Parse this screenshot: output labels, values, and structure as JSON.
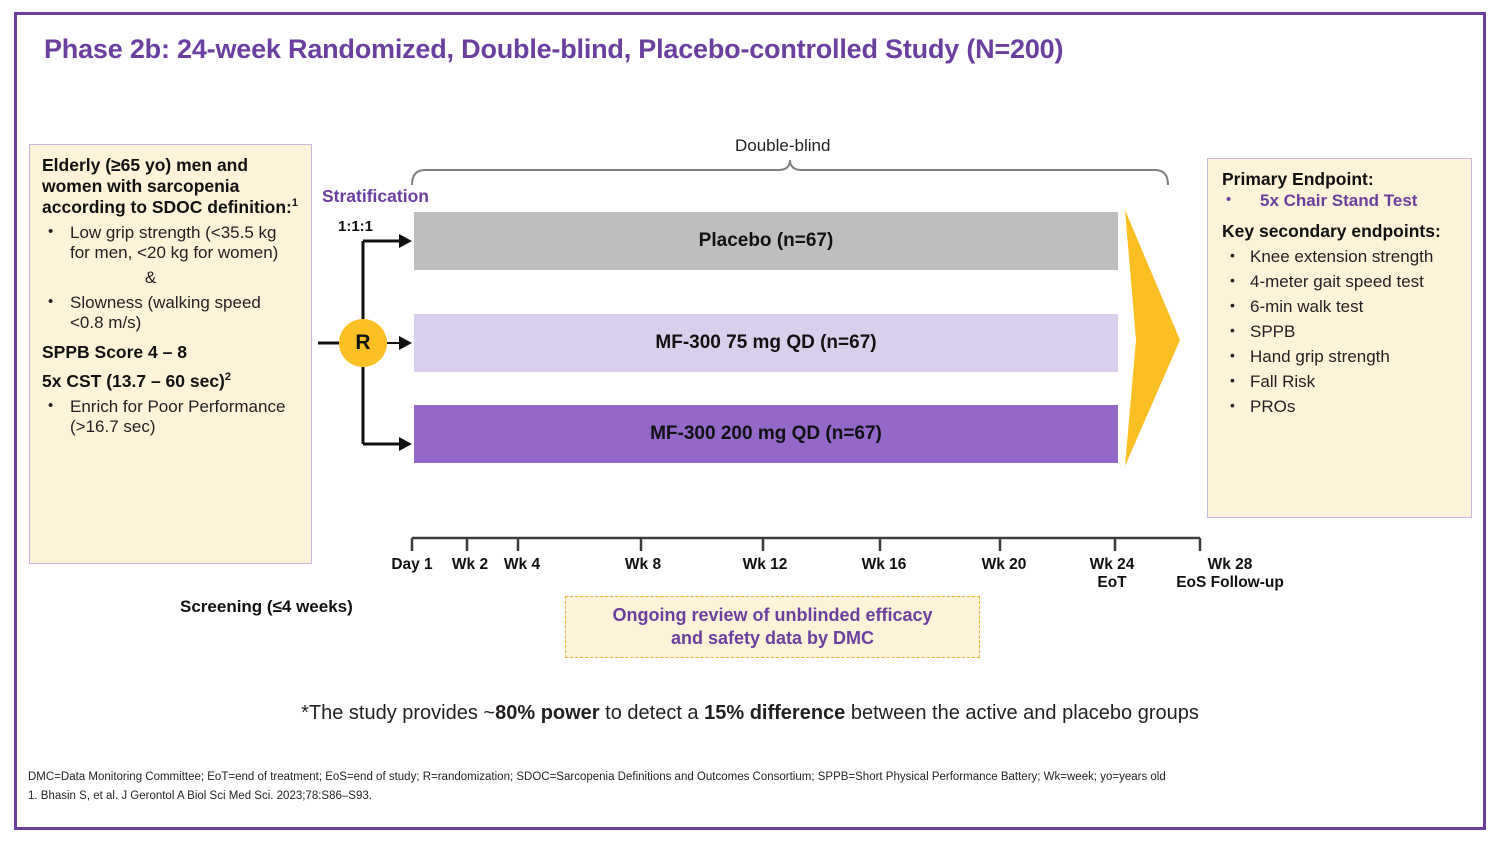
{
  "title": "Phase 2b: 24-week Randomized, Double-blind, Placebo-controlled Study (N=200)",
  "colors": {
    "brand_purple": "#6B3FA0",
    "arm_placebo": "#BEBEBE",
    "arm_low_dose": "#D9CFEC",
    "arm_high_dose": "#9368C8",
    "randomization_node": "#FBC024",
    "card_background": "#FDF3D8",
    "arrow_yellow": "#FBBF24"
  },
  "population_card": {
    "heading": "Elderly (≥65 yo) men and women with sarcopenia according to SDOC definition:",
    "heading_superscript": "1",
    "criteria": [
      "Low grip strength (<35.5 kg for men, <20 kg for women)",
      "Slowness (walking speed <0.8 m/s)"
    ],
    "conjunction": "&",
    "sppb_line": "SPPB Score  4 – 8",
    "cst_line": "5x CST (13.7  – 60 sec)",
    "cst_superscript": "2",
    "enrich": "Enrich for Poor Performance (>16.7 sec)"
  },
  "endpoints_card": {
    "primary_heading": "Primary Endpoint:",
    "primary_endpoint": "5x Chair Stand Test",
    "secondary_heading": "Key secondary endpoints:",
    "secondary_endpoints": [
      "Knee extension strength",
      "4-meter gait speed test",
      "6-min walk test",
      "SPPB",
      "Hand grip strength",
      "Fall Risk",
      "PROs"
    ]
  },
  "diagram": {
    "double_blind_label": "Double-blind",
    "stratification_label": "Stratification",
    "allocation_ratio": "1:1:1",
    "randomization_node": "R",
    "arms": [
      {
        "label": "Placebo (n=67)",
        "n": 67,
        "color": "#BEBEBE"
      },
      {
        "label": "MF-300 75 mg QD (n=67)",
        "n": 67,
        "color": "#D9CFEC"
      },
      {
        "label": "MF-300 200 mg QD (n=67)",
        "n": 67,
        "color": "#9368C8"
      }
    ]
  },
  "timeline": {
    "ticks": [
      {
        "label": "Day 1",
        "sub": ""
      },
      {
        "label": "Wk 2",
        "sub": ""
      },
      {
        "label": "Wk 4",
        "sub": ""
      },
      {
        "label": "Wk 8",
        "sub": ""
      },
      {
        "label": "Wk 12",
        "sub": ""
      },
      {
        "label": "Wk 16",
        "sub": ""
      },
      {
        "label": "Wk 20",
        "sub": ""
      },
      {
        "label": "Wk 24",
        "sub": "EoT"
      },
      {
        "label": "Wk 28",
        "sub": "EoS Follow-up"
      }
    ]
  },
  "screening_label": "Screening (≤4 weeks)",
  "dmc_box": {
    "line1": "Ongoing review of unblinded efficacy",
    "line2": "and safety data by DMC"
  },
  "power_statement": {
    "part1": "*The study provides ~",
    "bold1": "80% power",
    "part2": " to detect a ",
    "bold2": "15% difference",
    "part3": " between the active and placebo groups"
  },
  "footnotes": {
    "abbreviations": "DMC=Data Monitoring Committee; EoT=end of treatment; EoS=end of study; R=randomization; SDOC=Sarcopenia Definitions and Outcomes Consortium; SPPB=Short Physical Performance Battery; Wk=week; yo=years old",
    "reference": "1. Bhasin S, et al. J Gerontol A Biol Sci Med Sci. 2023;78:S86–S93."
  }
}
